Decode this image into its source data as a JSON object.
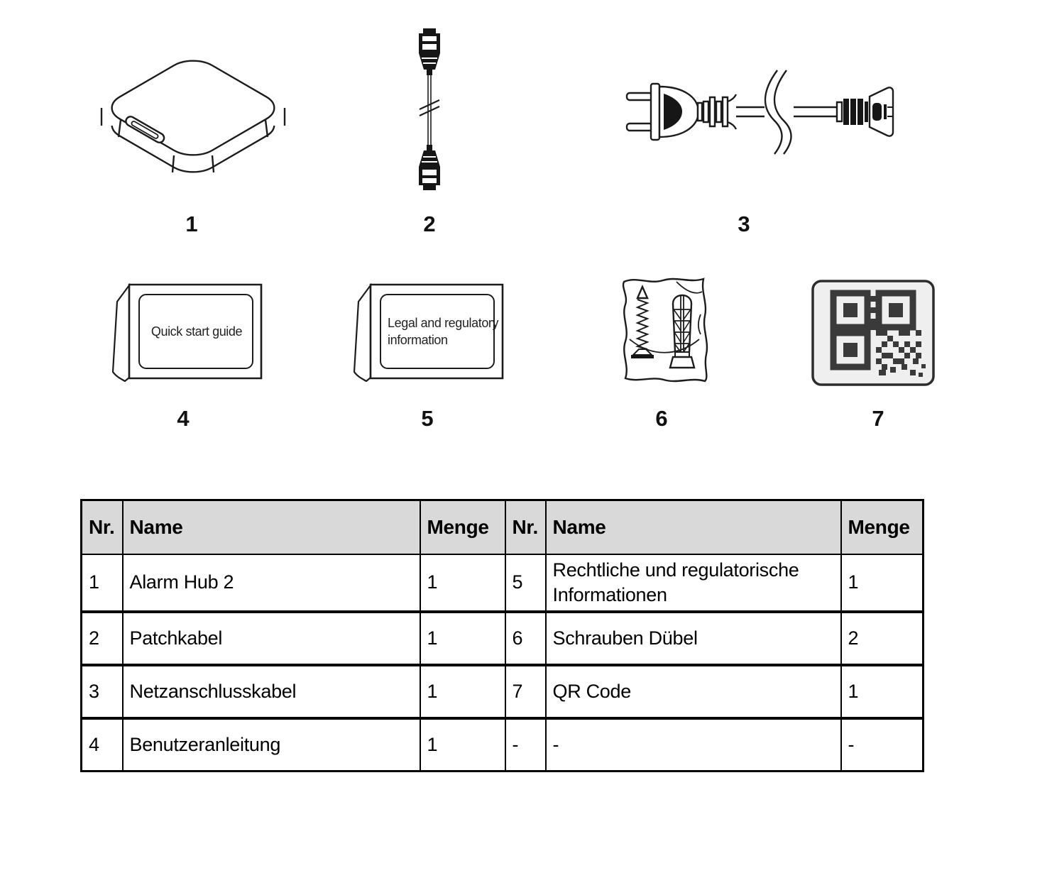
{
  "figures": [
    {
      "label": "1",
      "icon": "alarm-hub-icon"
    },
    {
      "label": "2",
      "icon": "patch-cable-icon"
    },
    {
      "label": "3",
      "icon": "power-cable-icon"
    },
    {
      "label": "4",
      "icon": "quick-start-guide-icon",
      "lines": [
        "Quick start guide"
      ]
    },
    {
      "label": "5",
      "icon": "legal-booklet-icon",
      "lines": [
        "Legal and regulatory",
        "information"
      ]
    },
    {
      "label": "6",
      "icon": "screws-dowels-bag-icon"
    },
    {
      "label": "7",
      "icon": "qr-code-icon"
    }
  ],
  "table": {
    "headers": [
      "Nr.",
      "Name",
      "Menge",
      "Nr.",
      "Name",
      "Menge"
    ],
    "rows": [
      [
        "1",
        "Alarm Hub 2",
        "1",
        "5",
        "Rechtliche und regulatorische Informationen",
        "1"
      ],
      [
        "2",
        "Patchkabel",
        "1",
        "6",
        "Schrauben Dübel",
        "2"
      ],
      [
        "3",
        "Netzanschlusskabel",
        "1",
        "7",
        "QR Code",
        "1"
      ],
      [
        "4",
        "Benutzeranleitung",
        "1",
        "-",
        "-",
        "-"
      ]
    ],
    "header_bg": "#d9d9d9"
  },
  "colors": {
    "ink": "#1c1c1c",
    "qr_module": "#3a3a3a",
    "qr_card_bg": "#efefef",
    "header_gray": "#d9d9d9"
  }
}
